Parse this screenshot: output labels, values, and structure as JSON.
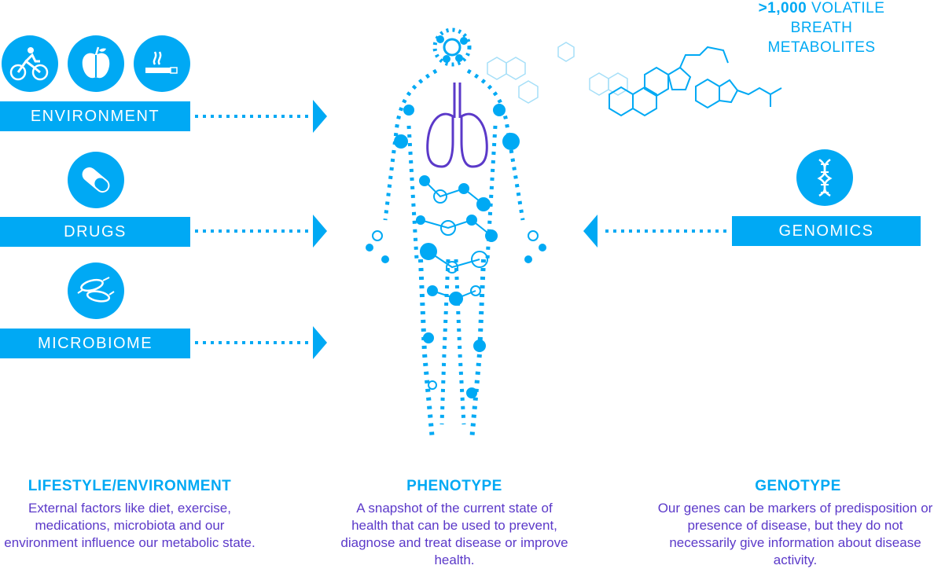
{
  "left": {
    "items": [
      {
        "label": "ENVIRONMENT"
      },
      {
        "label": "DRUGS"
      },
      {
        "label": "MICROBIOME"
      }
    ]
  },
  "right": {
    "label": "GENOMICS"
  },
  "metabolites": {
    "count": ">1,000",
    "line1_rest": "VOLATILE",
    "line2": "BREATH",
    "line3": "METABOLITES"
  },
  "sections": {
    "lifestyle": {
      "title": "LIFESTYLE/ENVIRONMENT",
      "text": "External factors like diet, exercise, medications, microbiota and our environment influence our metabolic state."
    },
    "phenotype": {
      "title": "PHENOTYPE",
      "text": "A snapshot of the current state of health that can be used to prevent, diagnose and treat disease or improve health."
    },
    "genotype": {
      "title": "GENOTYPE",
      "text": "Our genes can be markers of predisposition or presence of disease, but they do not necessarily give information about disease activity."
    }
  },
  "colors": {
    "accent": "#00a9f4",
    "text_purple": "#5b39c9",
    "lung_purple": "#5b39c9"
  },
  "icons": [
    "cyclist-icon",
    "apple-icon",
    "cigarette-icon",
    "pill-icon",
    "bacteria-icon",
    "dna-icon"
  ]
}
